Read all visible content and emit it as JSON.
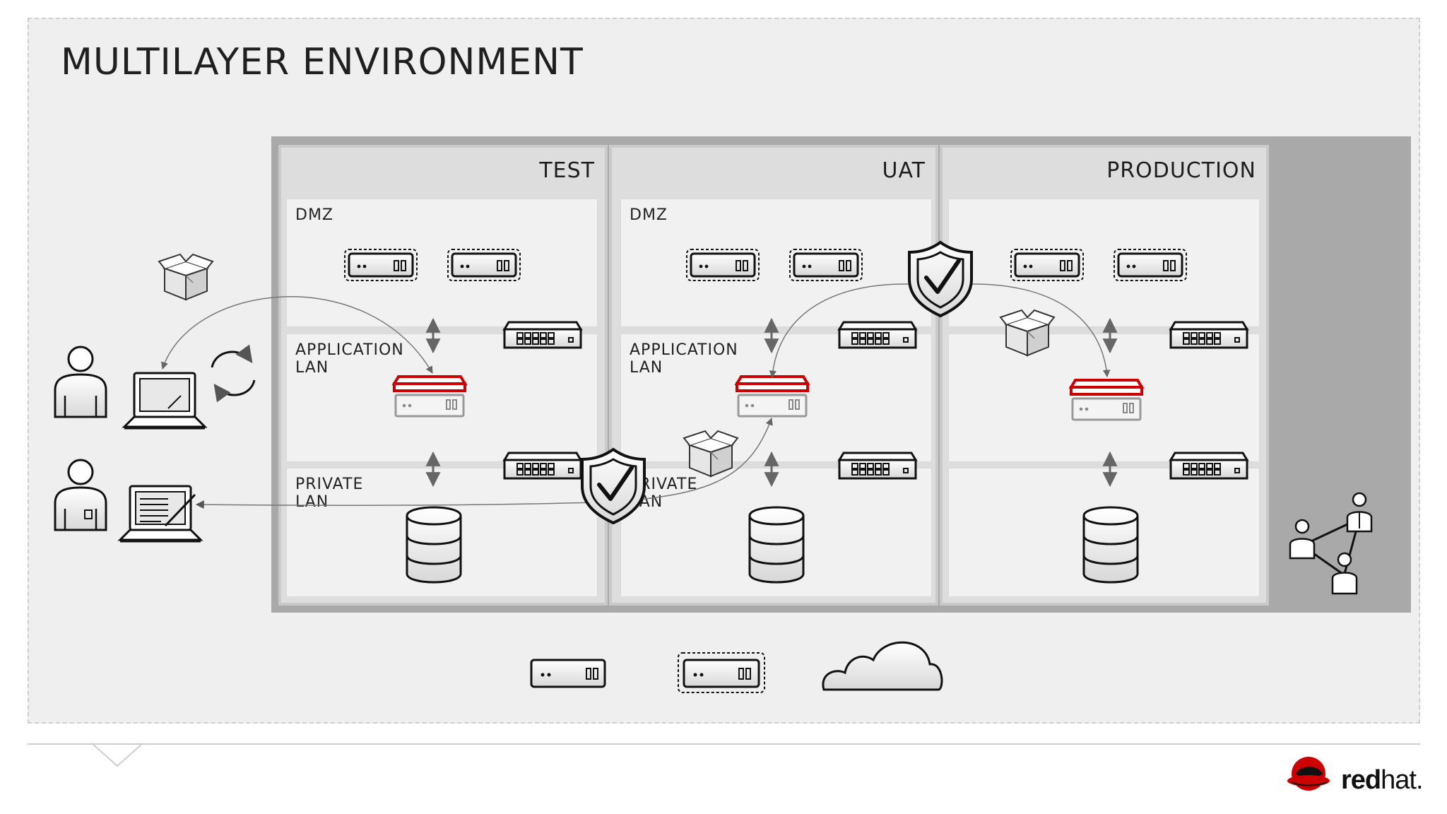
{
  "title": "MULTILAYER ENVIRONMENT",
  "environments": [
    {
      "name": "TEST",
      "zones": [
        {
          "label": [
            "DMZ"
          ]
        },
        {
          "label": [
            "APPLICATION",
            "LAN"
          ]
        },
        {
          "label": [
            "PRIVATE",
            "LAN"
          ]
        }
      ]
    },
    {
      "name": "UAT",
      "zones": [
        {
          "label": [
            "DMZ"
          ]
        },
        {
          "label": [
            "APPLICATION",
            "LAN"
          ]
        },
        {
          "label": [
            "PRIVATE",
            "LAN"
          ]
        }
      ]
    },
    {
      "name": "PRODUCTION",
      "zones": [
        {
          "label": []
        },
        {
          "label": []
        },
        {
          "label": []
        }
      ]
    }
  ],
  "brand": {
    "prefix": "red",
    "suffix": "hat."
  },
  "colors": {
    "accent": "#cc0000",
    "frame": "#efefef",
    "outer": "#a9a9a9",
    "column": "#dddddd",
    "zone": "#f1f1f1"
  },
  "icons": [
    "user-icon",
    "laptop-icon",
    "sync-icon",
    "package-icon",
    "server-icon",
    "switch-icon",
    "firewall-icon",
    "database-icon",
    "shield-check-icon",
    "cloud-icon",
    "team-network-icon",
    "redhat-logo-icon"
  ]
}
